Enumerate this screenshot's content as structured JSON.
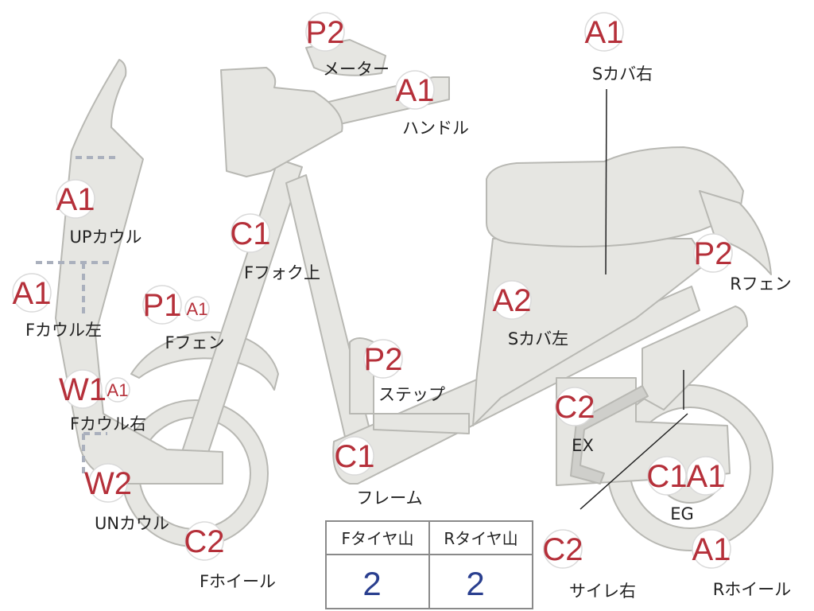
{
  "colors": {
    "body_fill": "#e6e6e2",
    "body_stroke": "#b8b8b3",
    "grade_text": "#b5303a",
    "grade_circle_fill": "#ffffff",
    "table_value": "#2a3f8f",
    "table_border": "#8a8a8a"
  },
  "parts": [
    {
      "id": "meter",
      "label": "メーター",
      "grades": [
        "P2"
      ]
    },
    {
      "id": "handle",
      "label": "ハンドル",
      "grades": [
        "A1"
      ]
    },
    {
      "id": "s-cover-right",
      "label": "Sカバ右",
      "grades": [
        "A1"
      ]
    },
    {
      "id": "up-cowl",
      "label": "UPカウル",
      "grades": [
        "A1"
      ]
    },
    {
      "id": "f-fork-upper",
      "label": "Fフォク上",
      "grades": [
        "C1"
      ]
    },
    {
      "id": "f-cowl-left",
      "label": "Fカウル左",
      "grades": [
        "A1"
      ]
    },
    {
      "id": "f-fender",
      "label": "Fフェン",
      "grades": [
        "P1",
        "A1"
      ]
    },
    {
      "id": "r-fender",
      "label": "Rフェン",
      "grades": [
        "P2"
      ]
    },
    {
      "id": "s-cover-left",
      "label": "Sカバ左",
      "grades": [
        "A2"
      ]
    },
    {
      "id": "step",
      "label": "ステップ",
      "grades": [
        "P2"
      ]
    },
    {
      "id": "f-cowl-right",
      "label": "Fカウル右",
      "grades": [
        "W1",
        "A1"
      ]
    },
    {
      "id": "exhaust",
      "label": "EX",
      "grades": [
        "C2"
      ]
    },
    {
      "id": "frame",
      "label": "フレーム",
      "grades": [
        "C1"
      ]
    },
    {
      "id": "un-cowl",
      "label": "UNカウル",
      "grades": [
        "W2"
      ]
    },
    {
      "id": "engine",
      "label": "EG",
      "grades": [
        "C1",
        "A1"
      ]
    },
    {
      "id": "f-wheel",
      "label": "Fホイール",
      "grades": [
        "C2"
      ]
    },
    {
      "id": "muffler-right",
      "label": "サイレ右",
      "grades": [
        "C2"
      ]
    },
    {
      "id": "r-wheel",
      "label": "Rホイール",
      "grades": [
        "A1"
      ]
    }
  ],
  "tire_table": {
    "headers": [
      "Fタイヤ山",
      "Rタイヤ山"
    ],
    "values": [
      "2",
      "2"
    ]
  }
}
